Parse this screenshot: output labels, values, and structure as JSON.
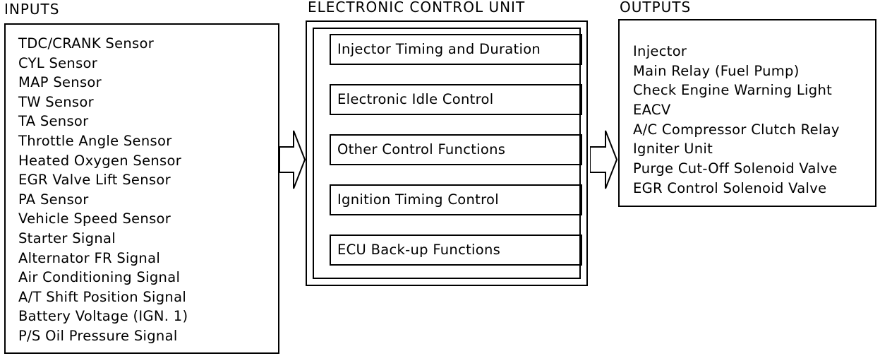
{
  "headings": {
    "inputs": "INPUTS",
    "ecu": "ELECTRONIC CONTROL UNIT",
    "outputs": "OUTPUTS"
  },
  "inputs": [
    "TDC/CRANK Sensor",
    "CYL Sensor",
    "MAP Sensor",
    "TW Sensor",
    "TA Sensor",
    "Throttle Angle Sensor",
    "Heated Oxygen Sensor",
    "EGR Valve Lift Sensor",
    "PA Sensor",
    "Vehicle Speed Sensor",
    "Starter Signal",
    "Alternator FR Signal",
    "Air Conditioning Signal",
    "A/T Shift Position Signal",
    "Battery Voltage (IGN. 1)",
    "P/S Oil Pressure Signal"
  ],
  "ecu_functions": [
    "Injector Timing and Duration",
    "Electronic Idle Control",
    "Other Control Functions",
    "Ignition Timing Control",
    "ECU Back-up Functions"
  ],
  "outputs": [
    "Injector",
    "Main Relay (Fuel Pump)",
    "Check Engine Warning Light",
    "EACV",
    "A/C Compressor Clutch Relay",
    "Igniter Unit",
    "Purge Cut-Off Solenoid Valve",
    "EGR Control Solenoid Valve"
  ]
}
